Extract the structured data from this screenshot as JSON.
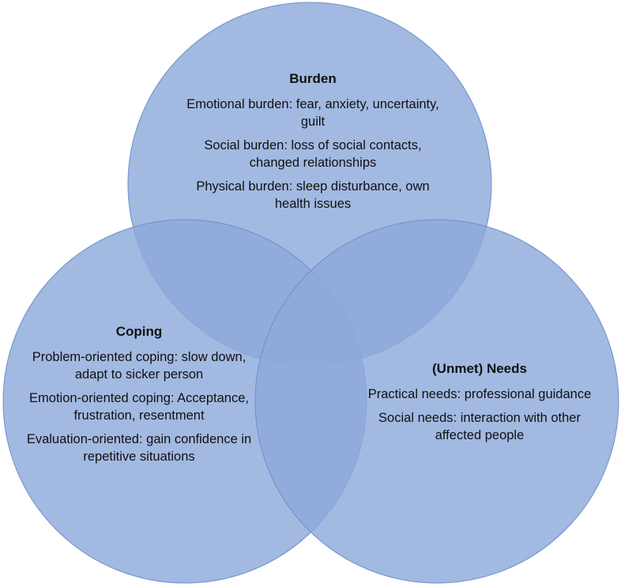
{
  "colors": {
    "circle_fill": "#8ea9db",
    "circle_stroke": "#6f8fc9"
  },
  "circles": {
    "burden": {
      "title": "Burden",
      "items": [
        "Emotional burden: fear, anxiety, uncertainty, guilt",
        "Social burden: loss of social contacts, changed relationships",
        "Physical burden: sleep disturbance, own health issues"
      ]
    },
    "coping": {
      "title": "Coping",
      "items": [
        "Problem-oriented coping: slow down, adapt to sicker person",
        "Emotion-oriented coping: Acceptance, frustration, resentment",
        "Evaluation-oriented: gain confidence in repetitive situations"
      ]
    },
    "needs": {
      "title": "(Unmet) Needs",
      "items": [
        "Practical needs: professional guidance",
        "Social needs: interaction with other affected people"
      ]
    }
  }
}
